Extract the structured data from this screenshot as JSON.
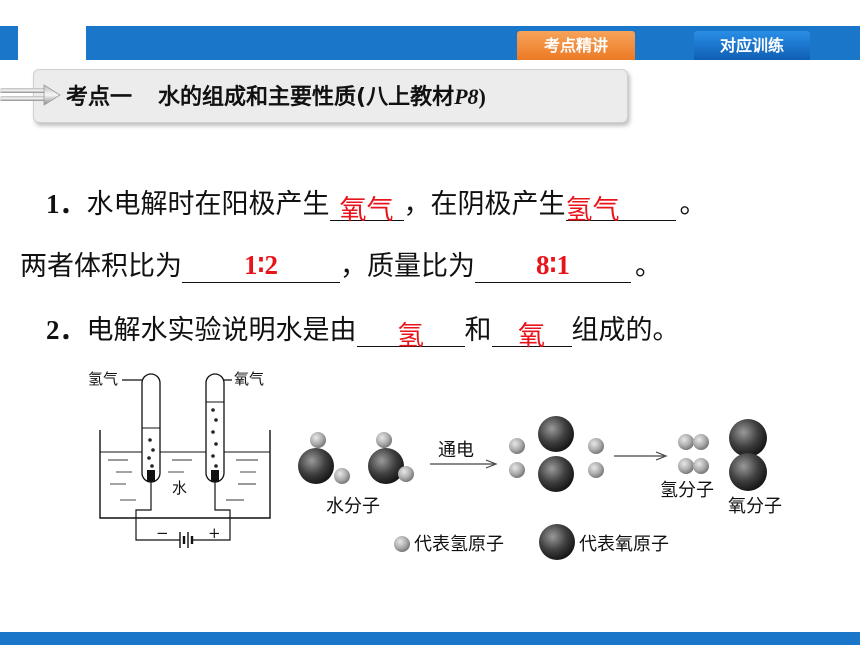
{
  "header": {
    "tabs": [
      {
        "label": "考点精讲",
        "active": true
      },
      {
        "label": "对应训练",
        "active": false
      }
    ]
  },
  "heading": {
    "prefix": "考点一",
    "title": "水的组成和主要性质(八上教材",
    "page_ref": "P8",
    "close": ")"
  },
  "q1": {
    "num": "1．",
    "text1": "水电解时在阳极产生",
    "ans1": "氧气",
    "text2": "，在阴极产生",
    "ans2": "氢气",
    "text3": "。",
    "text4": "两者体积比为",
    "ans3": "1∶2",
    "text5": "，质量比为",
    "ans4": "8∶1",
    "text6": "。"
  },
  "q2": {
    "num": "2．",
    "text1": "电解水实验说明水是由",
    "ans1": "氢",
    "text2": "和",
    "ans2": "氧",
    "text3": "组成的。"
  },
  "figure": {
    "apparatus": {
      "label_h2": "氢气",
      "label_o2": "氧气",
      "label_water": "水",
      "minus": "−",
      "plus": "+"
    },
    "molecules": {
      "water_label": "水分子",
      "arrow_label": "通电",
      "h2_label": "氢分子",
      "o2_label": "氧分子",
      "legend_h": "代表氢原子",
      "legend_o": "代表氧原子"
    }
  },
  "colors": {
    "header_blue": "#1976c8",
    "tab_orange": "#ec7a24",
    "answer_red": "#e8141b"
  }
}
